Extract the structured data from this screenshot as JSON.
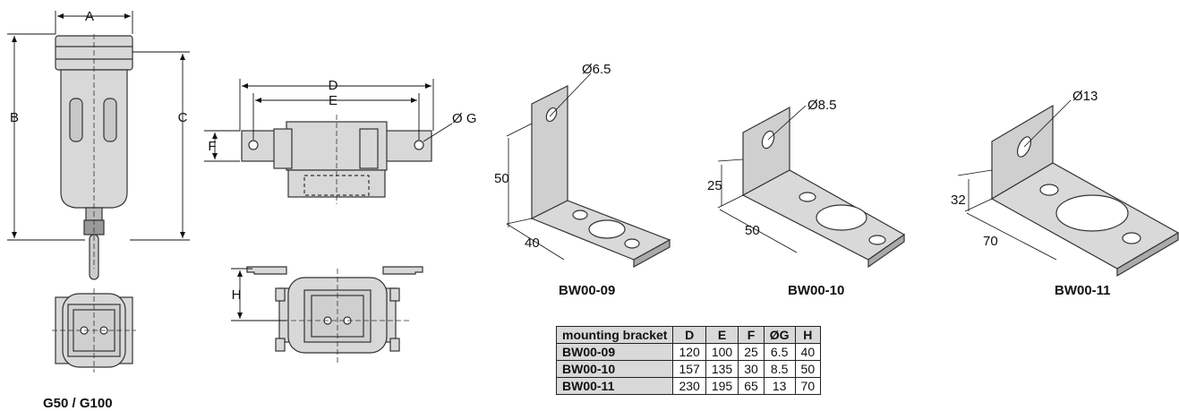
{
  "filter": {
    "caption": "G50 / G100",
    "dim_labels": {
      "A": "A",
      "B": "B",
      "C": "C",
      "D": "D",
      "E": "E",
      "F": "F",
      "G": "Ø G",
      "H": "H"
    }
  },
  "brackets": [
    {
      "caption": "BW00-09",
      "hole": "Ø6.5",
      "height": "50",
      "depth": "40"
    },
    {
      "caption": "BW00-10",
      "hole": "Ø8.5",
      "height": "25",
      "depth": "50"
    },
    {
      "caption": "BW00-11",
      "hole": "Ø13",
      "height": "32",
      "depth": "70"
    }
  ],
  "table": {
    "headers": [
      "mounting bracket",
      "D",
      "E",
      "F",
      "ØG",
      "H"
    ],
    "rows": [
      [
        "BW00-09",
        "120",
        "100",
        "25",
        "6.5",
        "40"
      ],
      [
        "BW00-10",
        "157",
        "135",
        "30",
        "8.5",
        "50"
      ],
      [
        "BW00-11",
        "230",
        "195",
        "65",
        "13",
        "70"
      ]
    ]
  }
}
